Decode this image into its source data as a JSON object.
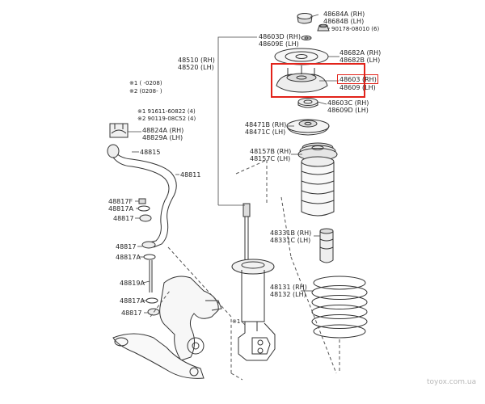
{
  "diagram": {
    "highlight_color": "#e2231a",
    "line_color": "#333333",
    "parts": {
      "p48684": [
        "48684A (RH)",
        "48684B (LH)"
      ],
      "p90178": "90178-08010 (6)",
      "p48603d": [
        "48603D (RH)",
        "48609E (LH)"
      ],
      "p48682": [
        "48682A (RH)",
        "48682B (LH)"
      ],
      "p48510": [
        "48510 (RH)",
        "48520 (LH)"
      ],
      "p48603": [
        "48603 (RH)",
        "48609 (LH)"
      ],
      "p48603c": [
        "48603C (RH)",
        "48609D (LH)"
      ],
      "p48471": [
        "48471B (RH)",
        "48471C (LH)"
      ],
      "p48157": [
        "48157B (RH)",
        "48157C (LH)"
      ],
      "p48331": [
        "48331B (RH)",
        "48331C (LH)"
      ],
      "p48131": [
        "48131 (RH)",
        "48132 (LH)"
      ],
      "p48811": "48811",
      "p48815": "48815",
      "p48824": [
        "48824A (RH)",
        "48829A (LH)"
      ],
      "p48817f": "48817F",
      "p48817a": "48817A",
      "p48817": "48817",
      "p48817_2": "48817",
      "p48817a_2": "48817A",
      "p48819a": "48819A",
      "p48817a_3": "48817A",
      "p48817_3": "48817"
    },
    "notes": {
      "n1": "※1 (       -0208)",
      "n2": "※2 (0208-       )",
      "n3": "※1 91611-60822 (4)",
      "n4": "※2 90119-08C52 (4)",
      "n5": "※1"
    },
    "watermark": "toyox.com.ua"
  }
}
